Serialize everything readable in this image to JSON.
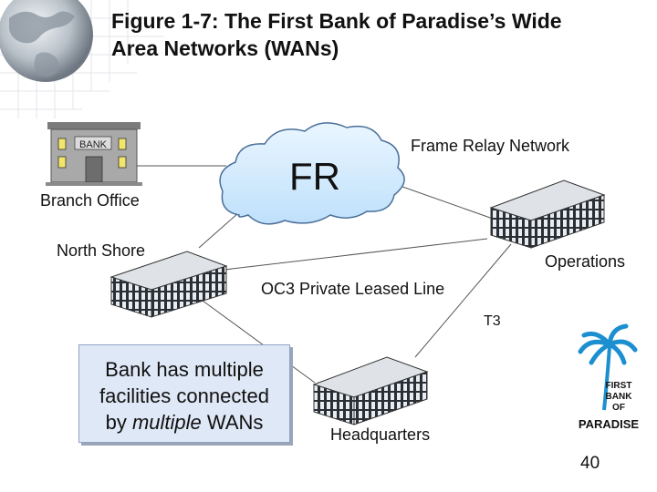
{
  "slide": {
    "title_line1": "Figure 1-7: The First Bank of Paradise’s Wide",
    "title_line2": "Area Networks (WANs)",
    "page_number": "40"
  },
  "diagram": {
    "cloud_text": "FR",
    "bank_sign": "BANK",
    "labels": {
      "frame_relay": "Frame Relay Network",
      "branch_office": "Branch Office",
      "north_shore": "North Shore",
      "operations": "Operations",
      "oc3": "OC3 Private Leased Line",
      "t3": "T3",
      "headquarters": "Headquarters"
    }
  },
  "callout": {
    "line1": "Bank has multiple",
    "line2": "facilities connected",
    "line3_prefix": "by ",
    "line3_emph": "multiple",
    "line3_suffix": " WANs"
  },
  "logo": {
    "line1": "FIRST",
    "line2": "BANK",
    "line3": "OF",
    "line4": "PARADISE"
  }
}
